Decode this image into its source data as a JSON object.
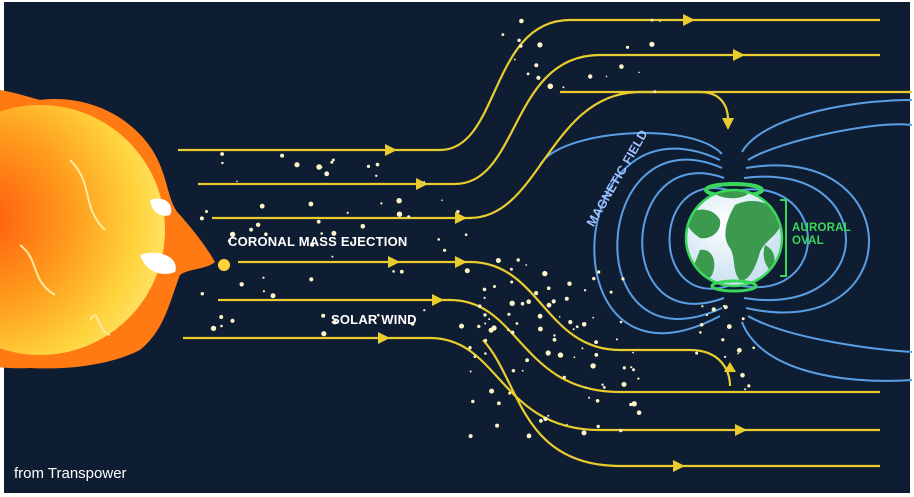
{
  "labels": {
    "cme": "CORONAL MASS EJECTION",
    "solar_wind": "SOLAR WIND",
    "magnetic_field": "MAGNETIC FIELD",
    "auroral_oval": "AURORAL OVAL"
  },
  "credit": "from Transpower",
  "colors": {
    "background": "#0f1d33",
    "streamline": "#e9cc2e",
    "field_line": "#5a9fe4",
    "sun_core": "#ff7a12",
    "sun_glow": "#ffd23a",
    "earth_ocean": "#d9ecf6",
    "earth_land": "#3c9a4e",
    "aurora": "#3ad85a"
  },
  "icons": {
    "sun": "sun-icon",
    "earth": "earth-globe-icon"
  }
}
